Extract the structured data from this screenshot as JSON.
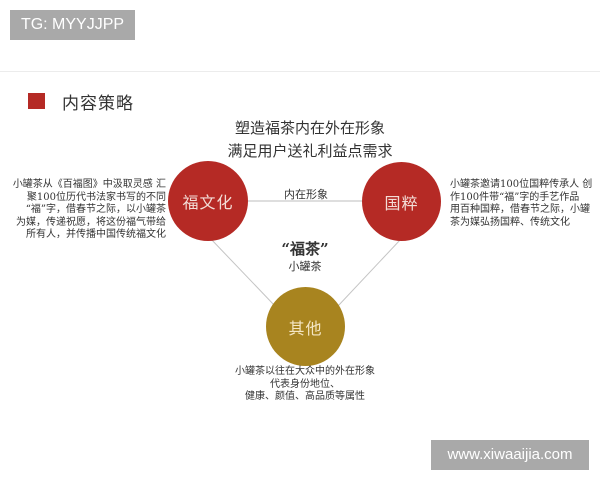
{
  "badge": {
    "text": "TG: MYYJJPP"
  },
  "section": {
    "title": "内容策略",
    "marker_color": "#b52a25"
  },
  "headline": {
    "line1": "塑造福茶内在外在形象",
    "line2": "满足用户送礼利益点需求"
  },
  "nodes": {
    "left": {
      "label": "福文化",
      "color": "#b52a25"
    },
    "right": {
      "label": "国粹",
      "color": "#b52a25"
    },
    "bottom": {
      "label": "其他",
      "color": "#a8841f"
    }
  },
  "link_label": "内在形象",
  "center": {
    "title": "“福茶”",
    "subtitle": "小罐茶"
  },
  "descriptions": {
    "left": [
      "小罐茶从《百福图》中汲取灵感 汇",
      "聚100位历代书法家书写的不同",
      "“福”字，借春节之际，以小罐茶",
      "为媒，传递祝愿，将这份福气带给",
      "所有人，并传播中国传统福文化"
    ],
    "right": [
      "小罐茶邀请100位国粹传承人 创",
      "作100件带“福”字的手艺作品",
      "用百种国粹，借春节之际，小罐",
      "茶为媒弘扬国粹、传统文化"
    ],
    "bottom": [
      "小罐茶以往在大众中的外在形象",
      "代表身份地位、",
      "健康、颜值、高品质等属性"
    ]
  },
  "watermark": {
    "text": "www.xiwaaijia.com"
  }
}
